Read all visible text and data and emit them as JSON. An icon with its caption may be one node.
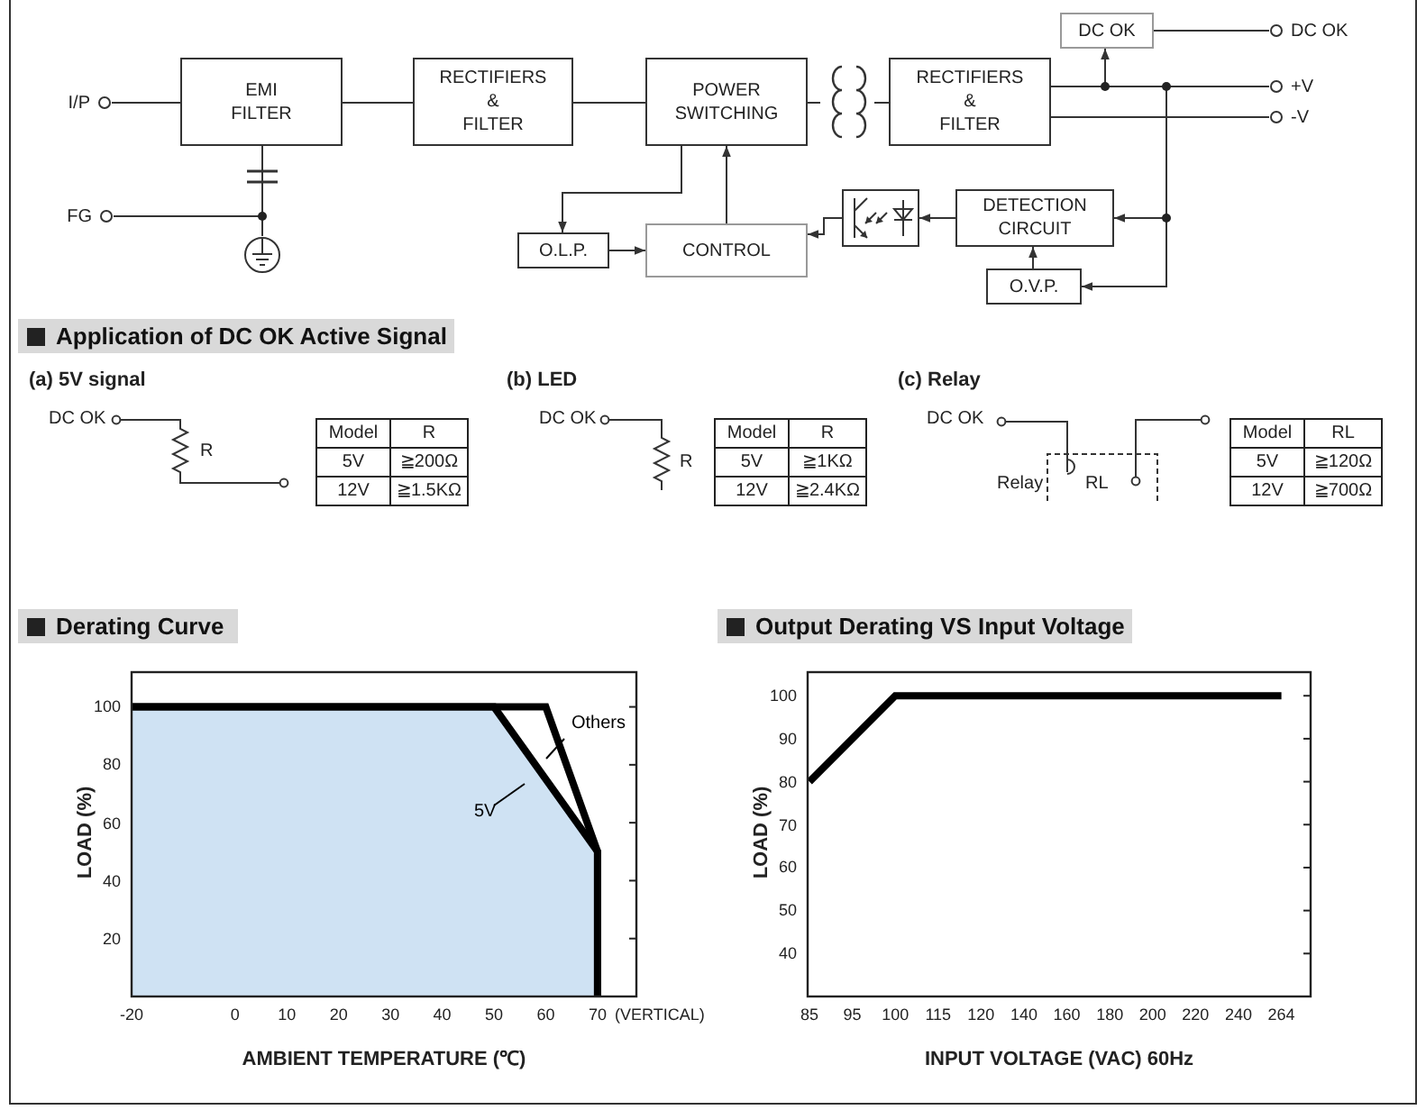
{
  "diagram": {
    "nodes": [
      {
        "text": [
          "DC OK"
        ]
      },
      {
        "text": [
          "DC OK"
        ]
      },
      {
        "text": [
          "I/P"
        ]
      },
      {
        "text": [
          "EMI FILTER"
        ]
      },
      {
        "text": [
          "RECTIFIERS & FILTER"
        ]
      },
      {
        "text": [
          "POWER SWITCHING"
        ]
      },
      {
        "text": [],
        "shape": "picture"
      },
      {
        "text": [
          "RECTIFIERS & FILTER"
        ]
      },
      {
        "text": [
          "+V"
        ]
      },
      {
        "text": [
          "-V"
        ]
      },
      {
        "text": [
          "FG"
        ]
      },
      {
        "text": [],
        "shape": "picture"
      },
      {
        "text": [
          "O.L.P."
        ]
      },
      {
        "text": [
          "CONTROL"
        ]
      },
      {
        "text": [],
        "shape": "picture"
      },
      {
        "text": [
          "DETECTION CIRCUIT"
        ]
      },
      {
        "text": [
          "O.V.P."
        ]
      }
    ],
    "edges": [
      {
        "from": 2,
        "to": 3,
        "arrow": "none"
      },
      {
        "from": 3,
        "to": 4,
        "arrow": "none"
      },
      {
        "from": 4,
        "to": 5,
        "arrow": "none"
      },
      {
        "from": 5,
        "to": 6,
        "arrow": "none"
      },
      {
        "from": 6,
        "to": 7,
        "arrow": "none"
      },
      {
        "from": 7,
        "to": 8,
        "arrow": "none"
      },
      {
        "from": 7,
        "to": 9,
        "arrow": "none"
      },
      {
        "from": 7,
        "to": 0,
        "arrow": "to"
      },
      {
        "from": 0,
        "to": 1,
        "arrow": "none"
      },
      {
        "from": 3,
        "to": 11,
        "arrow": "none"
      },
      {
        "from": 10,
        "to": 11,
        "arrow": "none"
      },
      {
        "from": 5,
        "to": 12,
        "arrow": "to"
      },
      {
        "from": 12,
        "to": 13,
        "arrow": "to"
      },
      {
        "from": 13,
        "to": 5,
        "arrow": "to"
      },
      {
        "from": 14,
        "to": 13,
        "arrow": "to"
      },
      {
        "from": 15,
        "to": 14,
        "arrow": "to"
      },
      {
        "from": 7,
        "to": 15,
        "arrow": "to"
      },
      {
        "from": 7,
        "to": 16,
        "arrow": "to"
      },
      {
        "from": 16,
        "to": 15,
        "arrow": "to"
      }
    ],
    "labels": [
      "Application of DC OK Active Signal",
      "(a) 5V signal",
      "(b) LED",
      "(c) Relay",
      "DC OK",
      "R",
      "Model",
      "R",
      "5V",
      "≧200Ω",
      "12V",
      "≧1.5KΩ",
      "DC OK",
      "R",
      "Model",
      "R",
      "5V",
      "≧1KΩ",
      "12V",
      "≧2.4KΩ",
      "DC OK",
      "Relay",
      "RL",
      "Model",
      "RL",
      "5V",
      "≧120Ω",
      "12V",
      "≧700Ω"
    ],
    "chart_data": [
      {
        "type": "line",
        "title": "Derating Curve",
        "xlabel": "AMBIENT TEMPERATURE (℃)",
        "ylabel": "LOAD (%)",
        "x": [
          -20,
          50,
          60,
          70,
          70
        ],
        "series": [
          {
            "name": "5V",
            "color": "#000000",
            "values": [
              100,
              100,
              75,
              50,
              0
            ]
          },
          {
            "name": "Others",
            "color": "#000000",
            "values": [
              100,
              100,
              100,
              50,
              0
            ]
          }
        ],
        "xticks": [
          -20,
          0,
          10,
          20,
          30,
          40,
          50,
          60,
          70
        ],
        "xlim": [
          -20,
          77.5
        ],
        "yticks": [
          20,
          40,
          60,
          80,
          100
        ],
        "ylim": [
          0,
          112
        ],
        "annotations": [
          "(VERTICAL)"
        ]
      },
      {
        "type": "line",
        "title": "Output Derating VS Input Voltage",
        "xlabel": "INPUT VOLTAGE (VAC) 60Hz",
        "ylabel": "LOAD (%)",
        "categories": [
          "85",
          "95",
          "100",
          "115",
          "120",
          "140",
          "160",
          "180",
          "200",
          "220",
          "240",
          "264"
        ],
        "series": [
          {
            "color": "#000000",
            "values": [
              80,
              90,
              100,
              100,
              100,
              100,
              100,
              100,
              100,
              100,
              100,
              100
            ]
          }
        ],
        "yticks": [
          40,
          50,
          60,
          70,
          80,
          90,
          100
        ],
        "ylim": [
          30,
          105.5
        ]
      }
    ]
  }
}
